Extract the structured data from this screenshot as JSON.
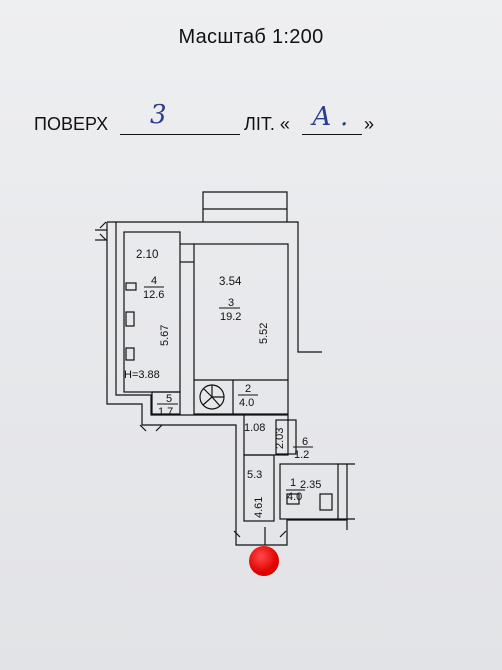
{
  "header": {
    "scale_label": "Масштаб 1:200",
    "floor_label": "ПОВЕРХ",
    "floor_value": "3",
    "lit_label": "ЛІТ. «",
    "lit_value": "А .",
    "lit_close": "»"
  },
  "plan": {
    "rooms": [
      {
        "number": "4",
        "area": "12.6"
      },
      {
        "number": "3",
        "area": "19.2"
      },
      {
        "number": "2",
        "area": "4.0"
      },
      {
        "number": "5",
        "area": "1.7"
      },
      {
        "number": "6",
        "area": "1.2"
      },
      {
        "number": "1",
        "area": "4.0"
      }
    ],
    "dimensions": [
      "2.10",
      "3.54",
      "5.67",
      "5.52",
      "1.08",
      "2.03",
      "5.3",
      "2.35",
      "4.61"
    ],
    "height_label": "Н=3.88"
  },
  "marker": {
    "color": "#e00000"
  }
}
